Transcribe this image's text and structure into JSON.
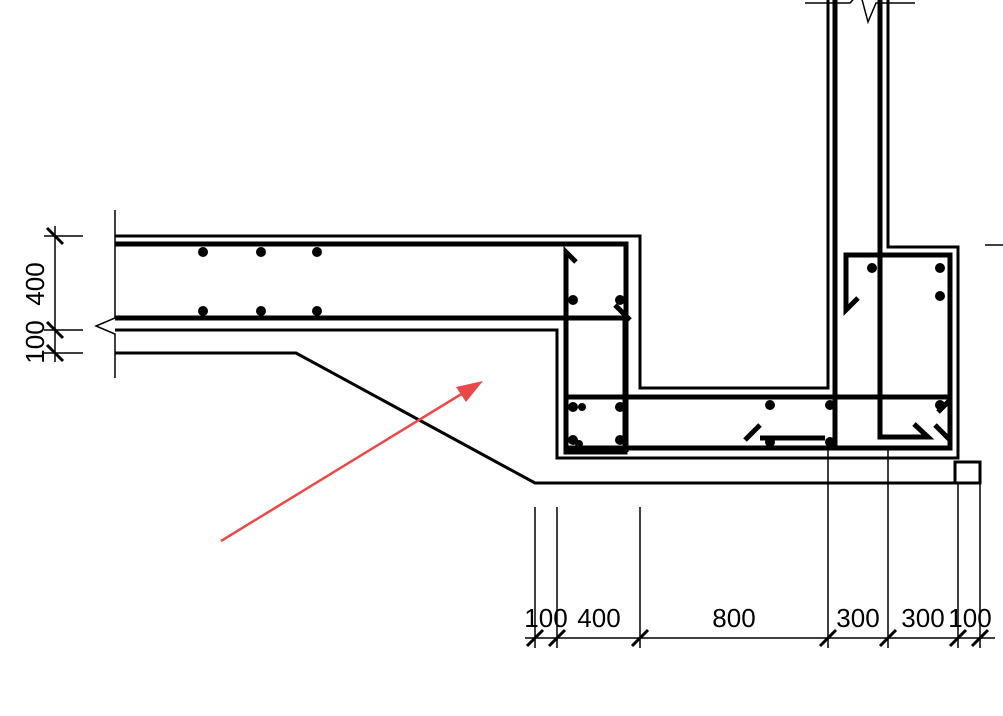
{
  "colors": {
    "line": "#000000",
    "arrow": "#e84a4a",
    "background": "#ffffff"
  },
  "dimensions": {
    "vertical": {
      "d400": "400",
      "d100": "100"
    },
    "horizontal": {
      "d100a": "100",
      "d400": "400",
      "d800": "800",
      "d300a": "300",
      "d300b": "300",
      "d100b": "100"
    }
  }
}
